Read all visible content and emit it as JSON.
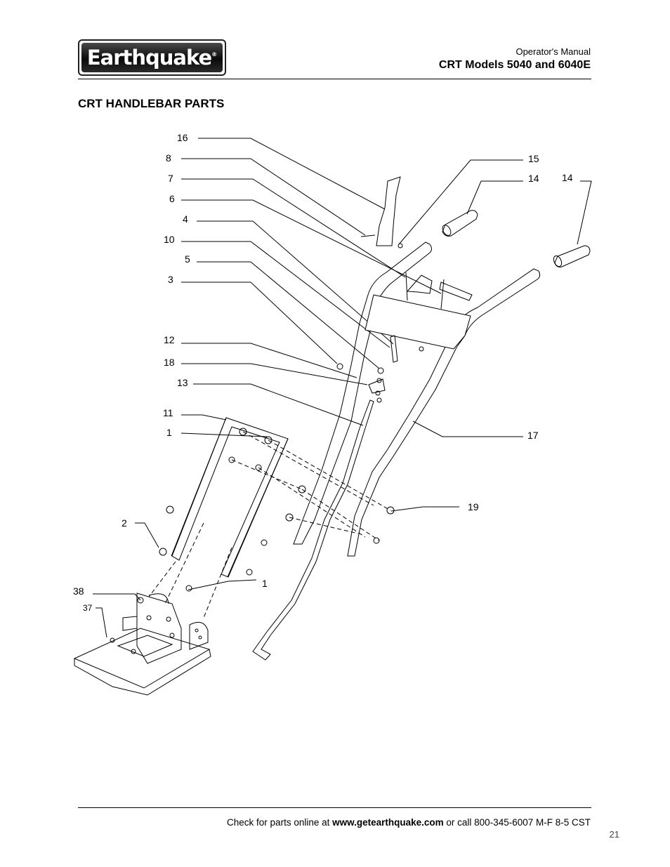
{
  "header": {
    "logo_text": "Earthquake",
    "logo_mark": "®",
    "manual_label": "Operator's Manual",
    "models": "CRT Models 5040 and 6040E"
  },
  "section_title": "CRT HANDLEBAR PARTS",
  "diagram": {
    "callouts": [
      {
        "id": "c16",
        "label": "16"
      },
      {
        "id": "c8",
        "label": "8"
      },
      {
        "id": "c7",
        "label": "7"
      },
      {
        "id": "c6",
        "label": "6"
      },
      {
        "id": "c4",
        "label": "4"
      },
      {
        "id": "c10",
        "label": "10"
      },
      {
        "id": "c5",
        "label": "5"
      },
      {
        "id": "c3",
        "label": "3"
      },
      {
        "id": "c12",
        "label": "12"
      },
      {
        "id": "c18",
        "label": "18"
      },
      {
        "id": "c13",
        "label": "13"
      },
      {
        "id": "c11",
        "label": "11"
      },
      {
        "id": "c1a",
        "label": "1"
      },
      {
        "id": "c2",
        "label": "2"
      },
      {
        "id": "c38",
        "label": "38"
      },
      {
        "id": "c37",
        "label": "37"
      },
      {
        "id": "c1b",
        "label": "1"
      },
      {
        "id": "c15",
        "label": "15"
      },
      {
        "id": "c14a",
        "label": "14"
      },
      {
        "id": "c14b",
        "label": "14"
      },
      {
        "id": "c17",
        "label": "17"
      },
      {
        "id": "c19",
        "label": "19"
      }
    ]
  },
  "footer": {
    "prefix": "Check for parts online at ",
    "url": "www.getearthquake.com",
    "suffix": " or call 800-345-6007 M-F 8-5 CST",
    "page_number": "21"
  }
}
